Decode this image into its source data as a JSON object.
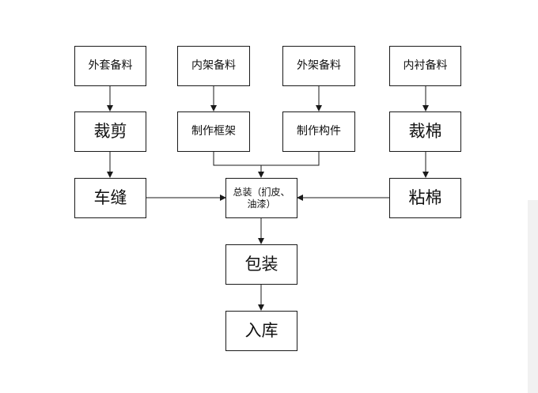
{
  "flowchart": {
    "steps": {
      "outer_cover_prep": "外套备料",
      "inner_frame_prep": "内架备料",
      "outer_frame_prep": "外架备料",
      "lining_prep": "内衬备料",
      "cutting": "裁剪",
      "make_frame": "制作框架",
      "make_parts": "制作构件",
      "cut_cotton": "裁棉",
      "sewing": "车缝",
      "assembly": "总装（扪皮、油漆）",
      "glue_cotton": "粘棉",
      "packing": "包装",
      "warehousing": "入库"
    },
    "colors": {
      "line": "#1a1a1a",
      "box_border": "#1a1a1a",
      "text": "#111111"
    }
  }
}
